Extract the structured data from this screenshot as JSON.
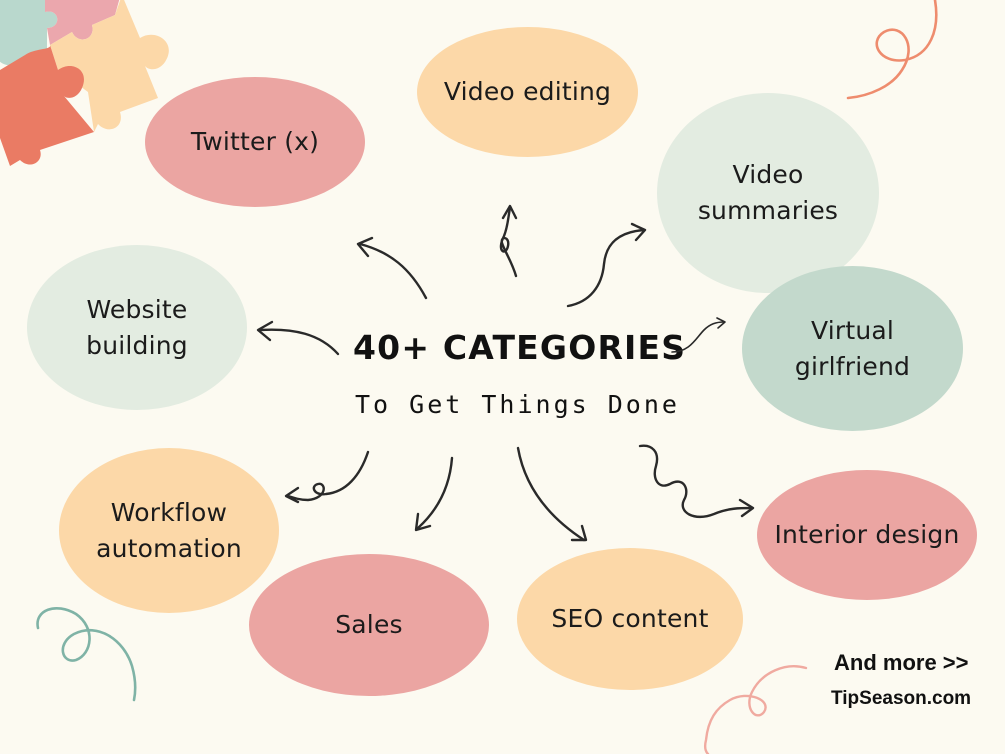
{
  "center": {
    "title": "40+ CATEGORIES",
    "subtitle": "To Get Things Done"
  },
  "categories": [
    {
      "lines": [
        "Twitter (x)"
      ],
      "color": "#eba5a2"
    },
    {
      "lines": [
        "Video editing"
      ],
      "color": "#fcd8a8"
    },
    {
      "lines": [
        "Video",
        "summaries"
      ],
      "color": "#e3ece1"
    },
    {
      "lines": [
        "Website",
        "building"
      ],
      "color": "#e3ece1"
    },
    {
      "lines": [
        "Virtual",
        "girlfriend"
      ],
      "color": "#c3d9cc"
    },
    {
      "lines": [
        "Workflow",
        "automation"
      ],
      "color": "#fcd8a8"
    },
    {
      "lines": [
        "Interior design"
      ],
      "color": "#eba5a2"
    },
    {
      "lines": [
        "Sales"
      ],
      "color": "#eba5a2"
    },
    {
      "lines": [
        "SEO content"
      ],
      "color": "#fcd8a8"
    }
  ],
  "footer": {
    "more": "And more >>",
    "site": "TipSeason.com"
  },
  "icons": [
    "puzzle-icon"
  ],
  "colors": {
    "background": "#fcfaf1",
    "pink": "#eba5a2",
    "peach": "#fcd8a8",
    "mint": "#e3ece1",
    "sage": "#c3d9cc",
    "coral": "#e57a62",
    "squiggle_orange": "#ee8c6e",
    "squiggle_teal": "#7fb3a6",
    "squiggle_pink": "#f0aaa0"
  }
}
